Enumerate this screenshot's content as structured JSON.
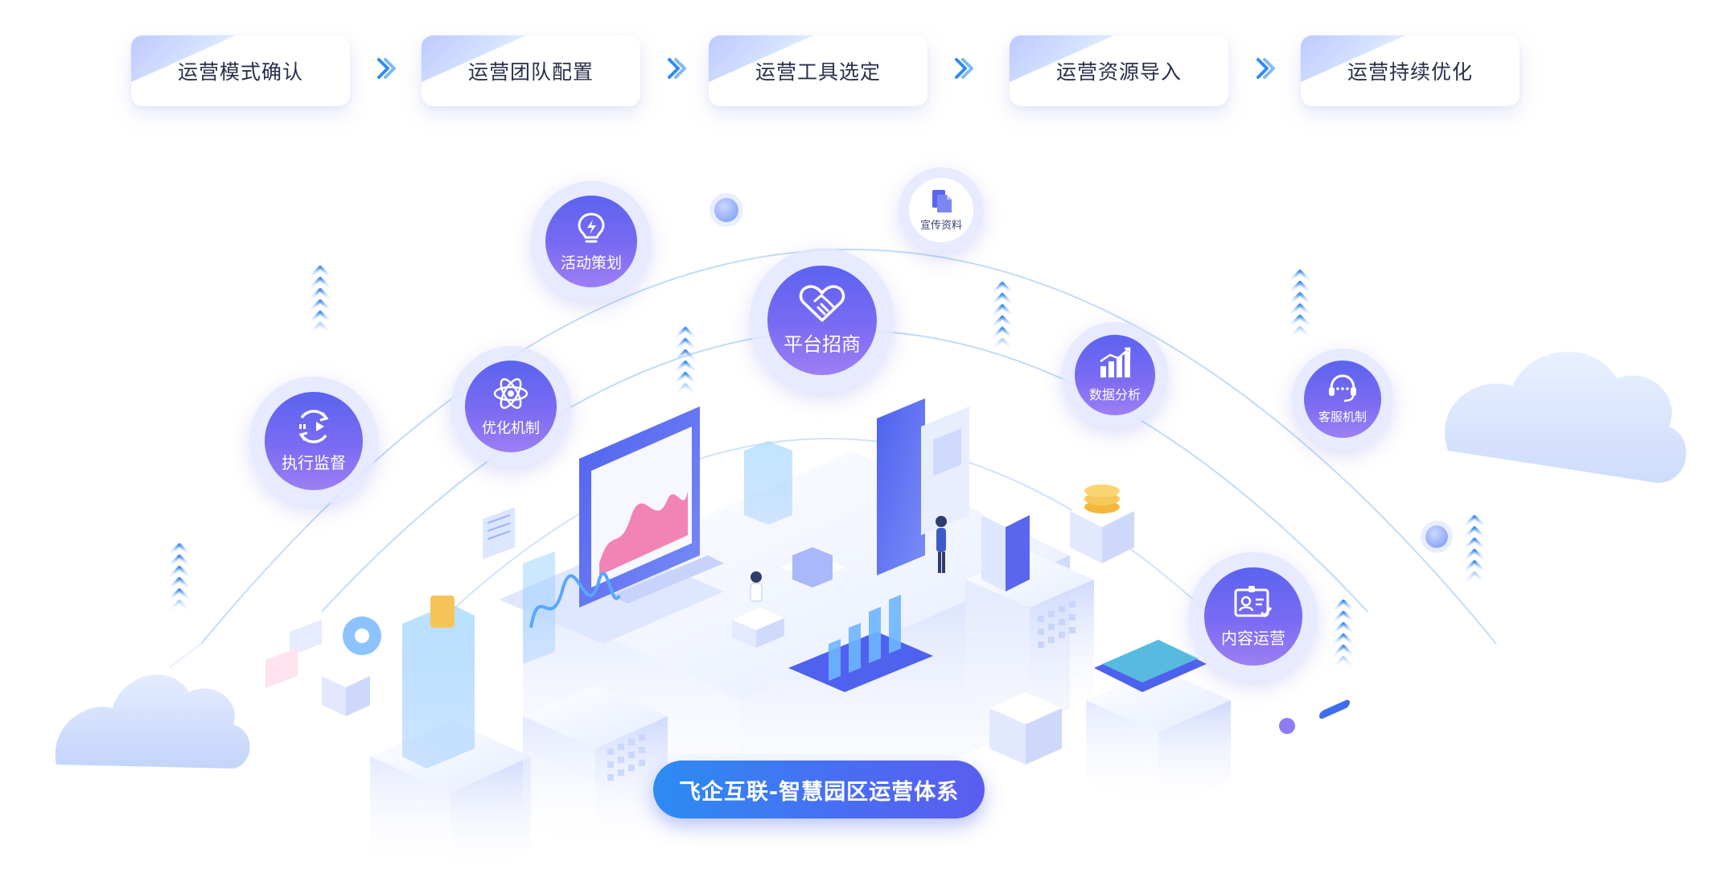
{
  "steps": [
    {
      "label": "运营模式确认"
    },
    {
      "label": "运营团队配置"
    },
    {
      "label": "运营工具选定"
    },
    {
      "label": "运营资源导入"
    },
    {
      "label": "运营持续优化"
    }
  ],
  "nodes": {
    "activity_planning": {
      "label": "活动策划",
      "icon": "lightbulb-icon"
    },
    "promo_materials": {
      "label": "宣传资料",
      "icon": "document-icon"
    },
    "platform_investment": {
      "label": "平台招商",
      "icon": "handshake-icon"
    },
    "optimization": {
      "label": "优化机制",
      "icon": "atom-icon"
    },
    "data_analysis": {
      "label": "数据分析",
      "icon": "bar-chart-icon"
    },
    "customer_service": {
      "label": "客服机制",
      "icon": "headset-icon"
    },
    "execution_supervision": {
      "label": "执行监督",
      "icon": "cycle-arrow-icon"
    },
    "content_operation": {
      "label": "内容运营",
      "icon": "id-card-icon"
    }
  },
  "title": "飞企互联-智慧园区运营体系",
  "colors": {
    "accent_blue": "#2f8bf0",
    "bubble_purple": "#6b66f1",
    "pill_start": "#2c8cf2",
    "pill_end": "#5b5df0"
  }
}
